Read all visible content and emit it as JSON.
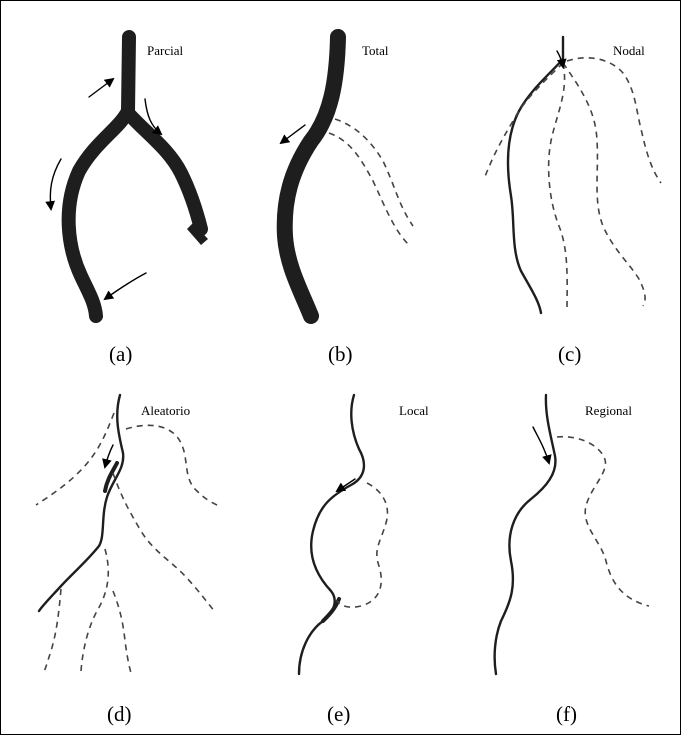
{
  "panels": [
    {
      "title": "Parcial",
      "label": "(a)"
    },
    {
      "title": "Total",
      "label": "(b)"
    },
    {
      "title": "Nodal",
      "label": "(c)"
    },
    {
      "title": "Aleatorio",
      "label": "(d)"
    },
    {
      "title": "Local",
      "label": "(e)"
    },
    {
      "title": "Regional",
      "label": "(f)"
    }
  ]
}
